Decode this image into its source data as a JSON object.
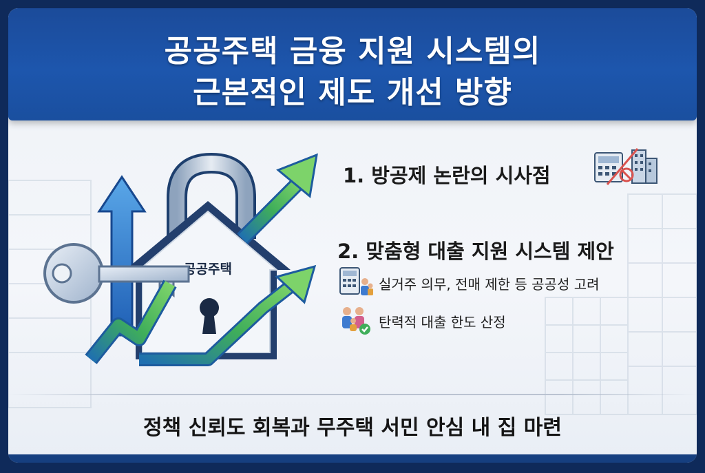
{
  "header": {
    "title_line1": "공공주택 금융 지원 시스템의",
    "title_line2": "근본적인 제도 개선 방향"
  },
  "illustration": {
    "house_label": "공공주택",
    "icons": [
      "key-icon",
      "padlock-icon",
      "house-icon",
      "up-arrow-icon",
      "growth-arrow-icon"
    ]
  },
  "sections": [
    {
      "title": "1. 방공제 논란의 시사점",
      "icon": "calculator-building-prohibited-icon"
    },
    {
      "title": "2. 맞춤형 대출 지원 시스템 제안",
      "items": [
        {
          "text": "실거주 의무, 전매 제한 등 공공성 고려",
          "icon": "calculator-family-icon"
        },
        {
          "text": "탄력적 대출 한도 산정",
          "icon": "family-check-icon"
        }
      ]
    }
  ],
  "footer": {
    "text": "정책 신뢰도 회복과 무주택 서민 안심 내 집 마련"
  },
  "colors": {
    "header_blue": "#1d56ad",
    "accent_green": "#3fae5a",
    "accent_blue": "#2d6fc4"
  }
}
